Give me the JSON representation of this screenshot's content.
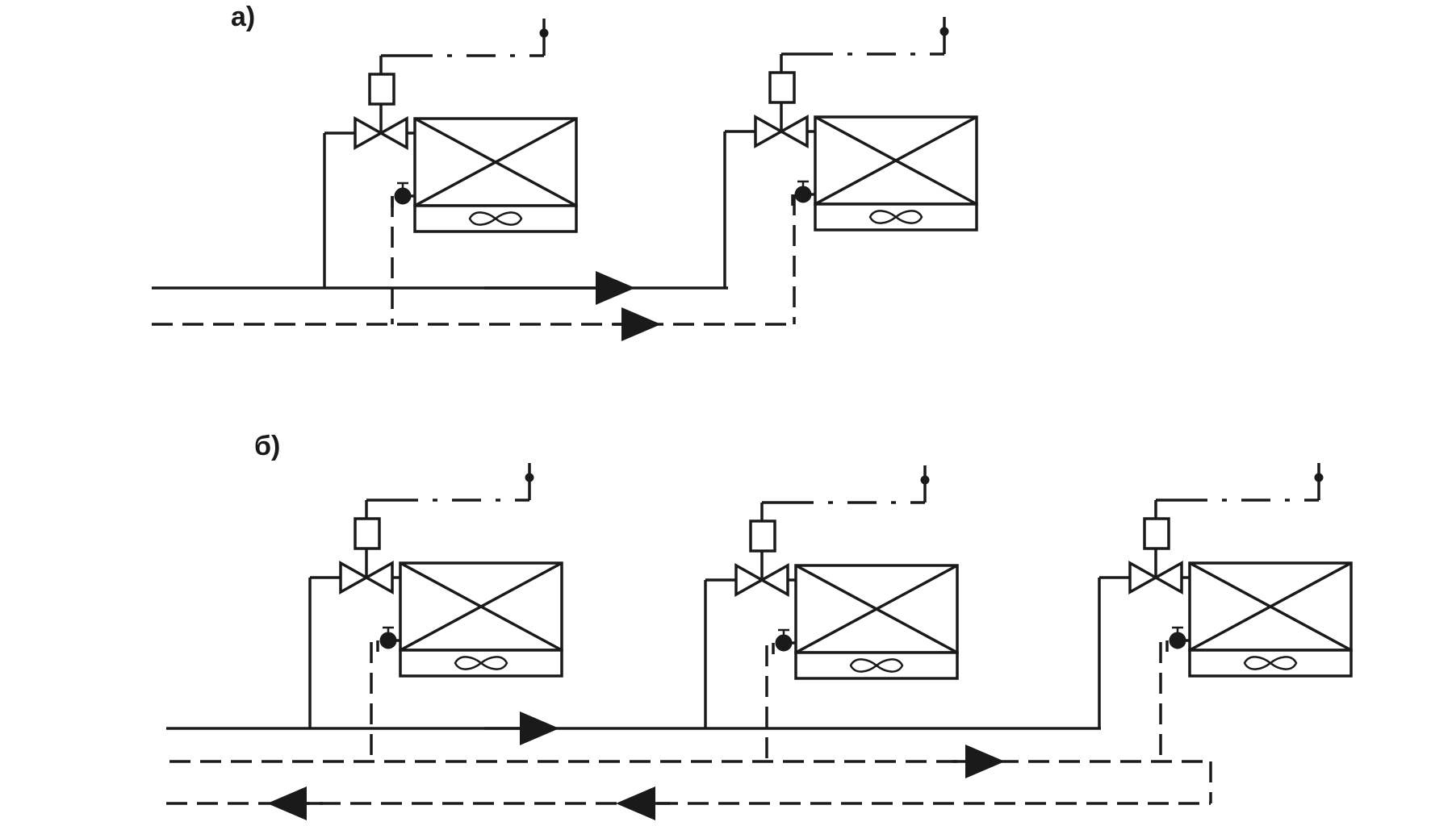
{
  "panels": [
    {
      "label": "а)",
      "units": 2,
      "return_lines": 1
    },
    {
      "label": "б)",
      "units": 3,
      "return_lines": 2
    }
  ],
  "icons": {
    "heat_exchanger": "crossed-box-icon",
    "fan": "fan-icon",
    "valve": "two-way-valve-icon",
    "actuator": "actuator-icon",
    "vent": "air-vent-icon",
    "sensor": "sensor-icon"
  },
  "colors": {
    "line": "#1a1a1a",
    "background": "#ffffff"
  }
}
